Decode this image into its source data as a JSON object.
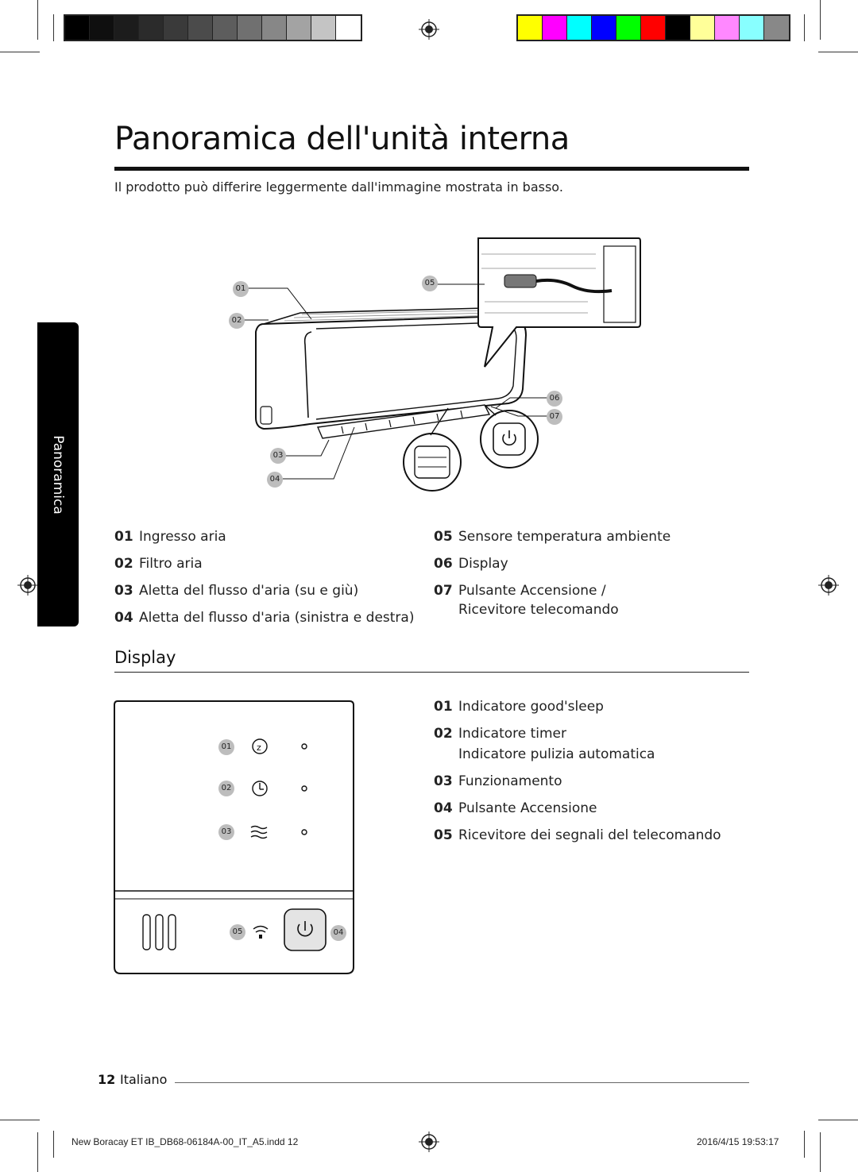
{
  "page": {
    "title": "Panoramica dell'unità interna",
    "note": "Il prodotto può differire leggermente dall'immagine mostrata in basso.",
    "side_tab": "Panoramica"
  },
  "colors": {
    "grayscale_swatches": [
      "#000000",
      "#0f0f0f",
      "#1c1c1c",
      "#2b2b2b",
      "#3a3a3a",
      "#4b4b4b",
      "#5d5d5d",
      "#707070",
      "#878787",
      "#a3a3a3",
      "#c4c4c4",
      "#ffffff"
    ],
    "color_swatches": [
      "#ffff00",
      "#ff00ff",
      "#00ffff",
      "#0000ff",
      "#00ff00",
      "#ff0000",
      "#000000",
      "#ffff99",
      "#ff88ff",
      "#88ffff",
      "#888888"
    ]
  },
  "unit_diagram": {
    "badges": [
      "01",
      "02",
      "03",
      "04",
      "05",
      "06",
      "07"
    ]
  },
  "unit_parts": {
    "left": [
      {
        "num": "01",
        "label": "Ingresso aria"
      },
      {
        "num": "02",
        "label": "Filtro aria"
      },
      {
        "num": "03",
        "label": "Aletta del flusso d'aria (su e giù)"
      },
      {
        "num": "04",
        "label": "Aletta del flusso d'aria (sinistra e destra)"
      }
    ],
    "right": [
      {
        "num": "05",
        "label": "Sensore temperatura ambiente"
      },
      {
        "num": "06",
        "label": "Display"
      },
      {
        "num": "07",
        "label": "Pulsante Accensione /",
        "label2": "Ricevitore telecomando"
      }
    ]
  },
  "display_section": {
    "title": "Display",
    "badges": [
      "01",
      "02",
      "03",
      "05",
      "04"
    ],
    "items": [
      {
        "num": "01",
        "label": "Indicatore good'sleep"
      },
      {
        "num": "02",
        "label": "Indicatore timer",
        "label2": "Indicatore pulizia automatica"
      },
      {
        "num": "03",
        "label": "Funzionamento"
      },
      {
        "num": "04",
        "label": "Pulsante Accensione"
      },
      {
        "num": "05",
        "label": "Ricevitore dei segnali del telecomando"
      }
    ]
  },
  "footer": {
    "page_number": "12",
    "language": "Italiano",
    "slug_left": "New Boracay ET IB_DB68-06184A-00_IT_A5.indd   12",
    "slug_right": "2016/4/15   19:53:17"
  }
}
